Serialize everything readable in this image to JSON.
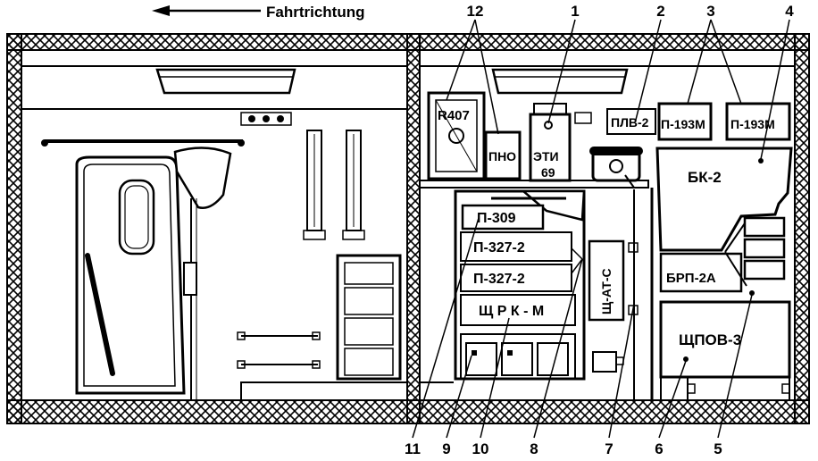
{
  "header": {
    "direction_text": "Fahrtrichtung"
  },
  "callouts": [
    "1",
    "2",
    "3",
    "4",
    "5",
    "6",
    "7",
    "8",
    "9",
    "10",
    "11",
    "12"
  ],
  "equipment": {
    "r407": "R407",
    "pno": "ПНО",
    "eti": "ЭТИ",
    "eti_num": "69",
    "plv": "ПЛВ-2",
    "p193_a": "П-193М",
    "p193_b": "П-193М",
    "bk2": "БК-2",
    "p309": "П-309",
    "p327_a": "П-327-2",
    "p327_b": "П-327-2",
    "shchrk": "Щ Р К - М",
    "shchat": "Щ-АТ-С",
    "brp": "БРП-2А",
    "shchpov": "ЩПОВ-3"
  }
}
